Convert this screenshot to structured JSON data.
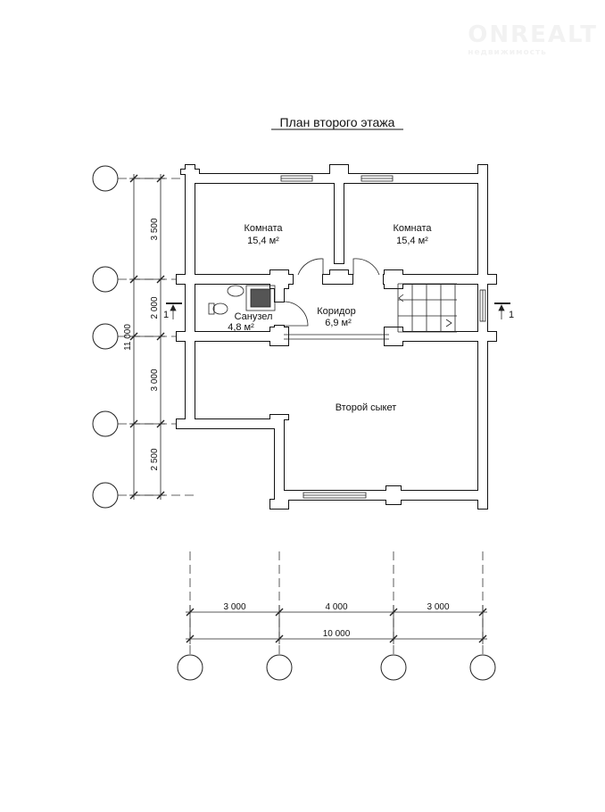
{
  "watermark": {
    "brand": "ONREALT",
    "tagline": "недвижимость"
  },
  "title": "План второго этажа",
  "rooms": [
    {
      "name": "Комната",
      "area": "15,4 м²"
    },
    {
      "name": "Комната",
      "area": "15,4 м²"
    },
    {
      "name": "Коридор",
      "area": "6,9 м²"
    },
    {
      "name": "Санузел",
      "area": "4,8 м²"
    },
    {
      "name": "Второй сыкет",
      "area": ""
    }
  ],
  "section_mark": "1",
  "vertical_dims": {
    "segments": [
      "3 500",
      "2 000",
      "3 000",
      "2 500"
    ],
    "total": "11 000"
  },
  "horizontal_dims": {
    "segments": [
      "3 000",
      "4 000",
      "3 000"
    ],
    "total": "10 000"
  }
}
